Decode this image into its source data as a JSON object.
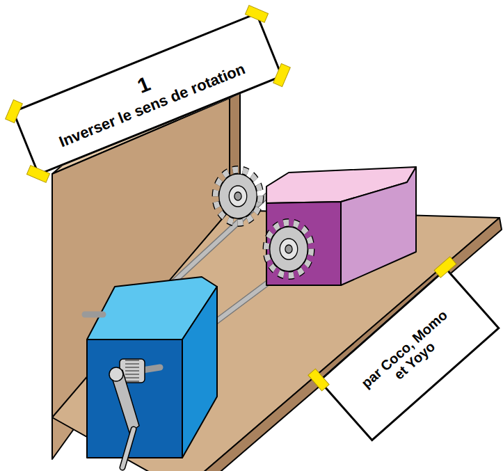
{
  "diagram": {
    "nodes": [
      {
        "text": [
          "1",
          "Inverser le sens de rotation"
        ]
      },
      {
        "text": [
          "par Coco, Momo et Yoyo"
        ]
      }
    ],
    "edges": []
  }
}
